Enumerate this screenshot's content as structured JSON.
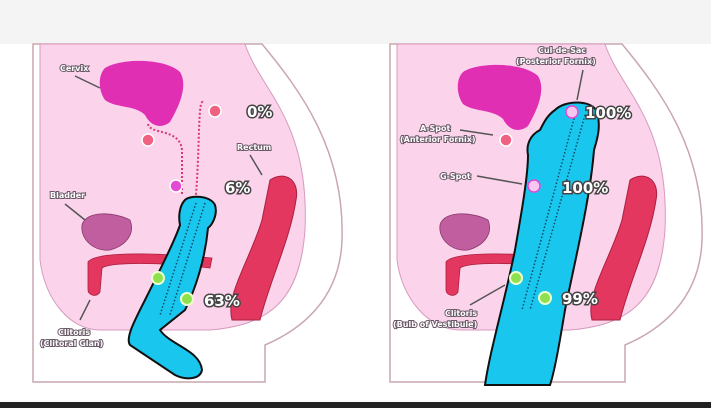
{
  "colors": {
    "skin": "#fbd3ea",
    "outline": "#c9a7b0",
    "cervix": "#e12fb4",
    "bladder": "#c05ea0",
    "rectum": "#e3375f",
    "toy": "#19c6ee",
    "zone_red": "#f06080",
    "zone_magenta": "#e34bd6",
    "zone_green": "#8fe04f"
  },
  "left_panel": {
    "labels": {
      "cervix": "Cervix",
      "rectum": "Rectum",
      "bladder": "Bladder",
      "clitoris_1": "Clitoris",
      "clitoris_2": "(Clitoral Glan)"
    },
    "percentages": {
      "cervix_zone": "0%",
      "rectum_zone": "6%",
      "clitoris_zone": "63%"
    }
  },
  "right_panel": {
    "labels": {
      "cul_de_sac_1": "Cul-de-Sac",
      "cul_de_sac_2": "(Posterior Fornix)",
      "a_spot_1": "A-Spot",
      "a_spot_2": "(Anterior Fornix)",
      "g_spot": "G-Spot",
      "clitoris_1": "Clitoris",
      "clitoris_2": "(Bulb of Vestibule)"
    },
    "percentages": {
      "posterior_fornix": "100%",
      "g_spot": "100%",
      "clitoris_zone": "99%"
    }
  }
}
